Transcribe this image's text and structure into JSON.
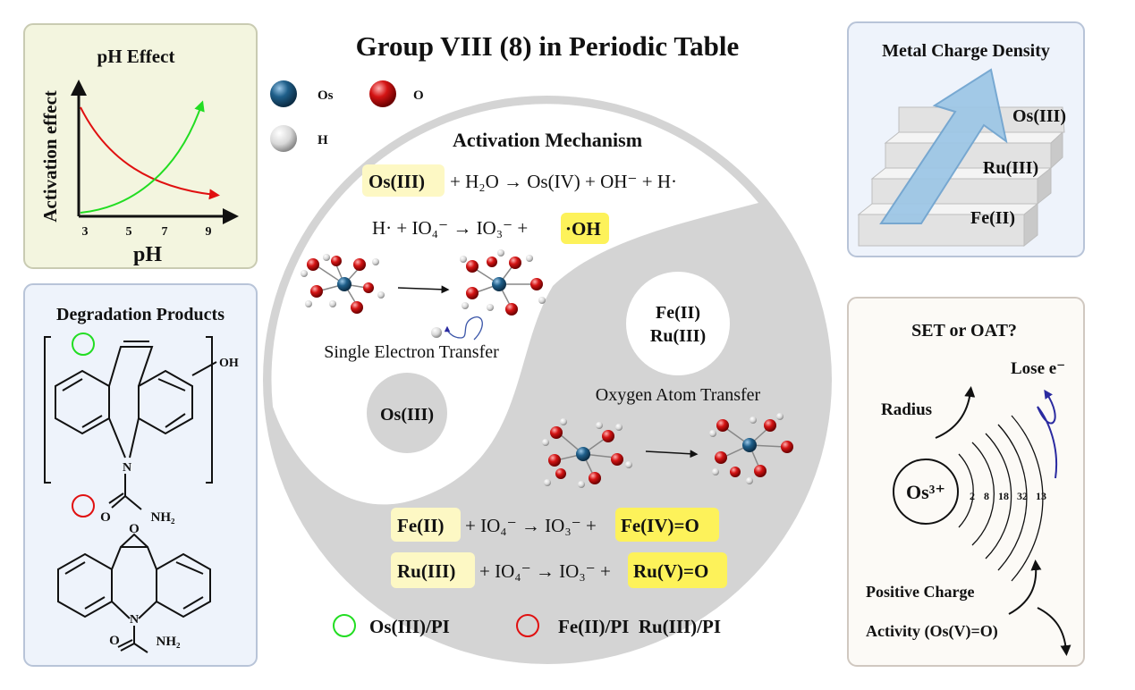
{
  "title": "Group VIII (8) in Periodic Table",
  "colors": {
    "highlight_light": "#fdf8c4",
    "highlight_strong": "#fdf25a",
    "os_atom": "#1f5f8a",
    "o_atom": "#d41414",
    "panel_green": "#f3f5df",
    "panel_blue": "#eef3fb",
    "panel_cream": "#fcfaf6",
    "yinyang_gray": "#d4d4d4"
  },
  "atom_legend": {
    "os": "Os",
    "o": "O",
    "h": "H"
  },
  "ph_panel": {
    "title": "pH Effect",
    "y_label": "Activation effect",
    "x_label": "pH",
    "ticks": [
      "3",
      "5",
      "7",
      "9"
    ]
  },
  "degradation_panel": {
    "title": "Degradation Products",
    "oh": "OH",
    "o": "O",
    "n": "N",
    "nh2": "NH₂"
  },
  "mechanism": {
    "heading": "Activation Mechanism",
    "eq1": {
      "highlight": "Os(III)",
      "rest": "+ H₂O → Os(IV) + OH⁻ + H·"
    },
    "eq2": {
      "rest": "H· + IO₄⁻ → IO₃⁻ +",
      "highlight": "·OH"
    },
    "set_label": "Single Electron Transfer",
    "oat_label": "Oxygen Atom Transfer",
    "os_dot": "Os(III)",
    "white_dot": [
      "Fe(II)",
      "Ru(III)"
    ],
    "eq3": {
      "highlight1": "Fe(II)",
      "rest": "+ IO₄⁻ → IO₃⁻ +",
      "highlight2": "Fe(IV)=O"
    },
    "eq4": {
      "highlight1": "Ru(III)",
      "rest": "+ IO₄⁻ → IO₃⁻ +",
      "highlight2": "Ru(V)=O"
    }
  },
  "legend": {
    "green": "Os(III)/PI",
    "red": "Fe(II)/PI  Ru(III)/PI"
  },
  "charge_panel": {
    "title": "Metal Charge Density",
    "steps": [
      "Os(III)",
      "Ru(III)",
      "Fe(II)"
    ]
  },
  "set_oat_panel": {
    "title": "SET or OAT?",
    "lose": "Lose e⁻",
    "radius": "Radius",
    "ion": "Os³⁺",
    "shells": [
      "2",
      "8",
      "18",
      "32",
      "13"
    ],
    "positive": "Positive Charge",
    "activity": "Activity (Os(V)=O)"
  }
}
